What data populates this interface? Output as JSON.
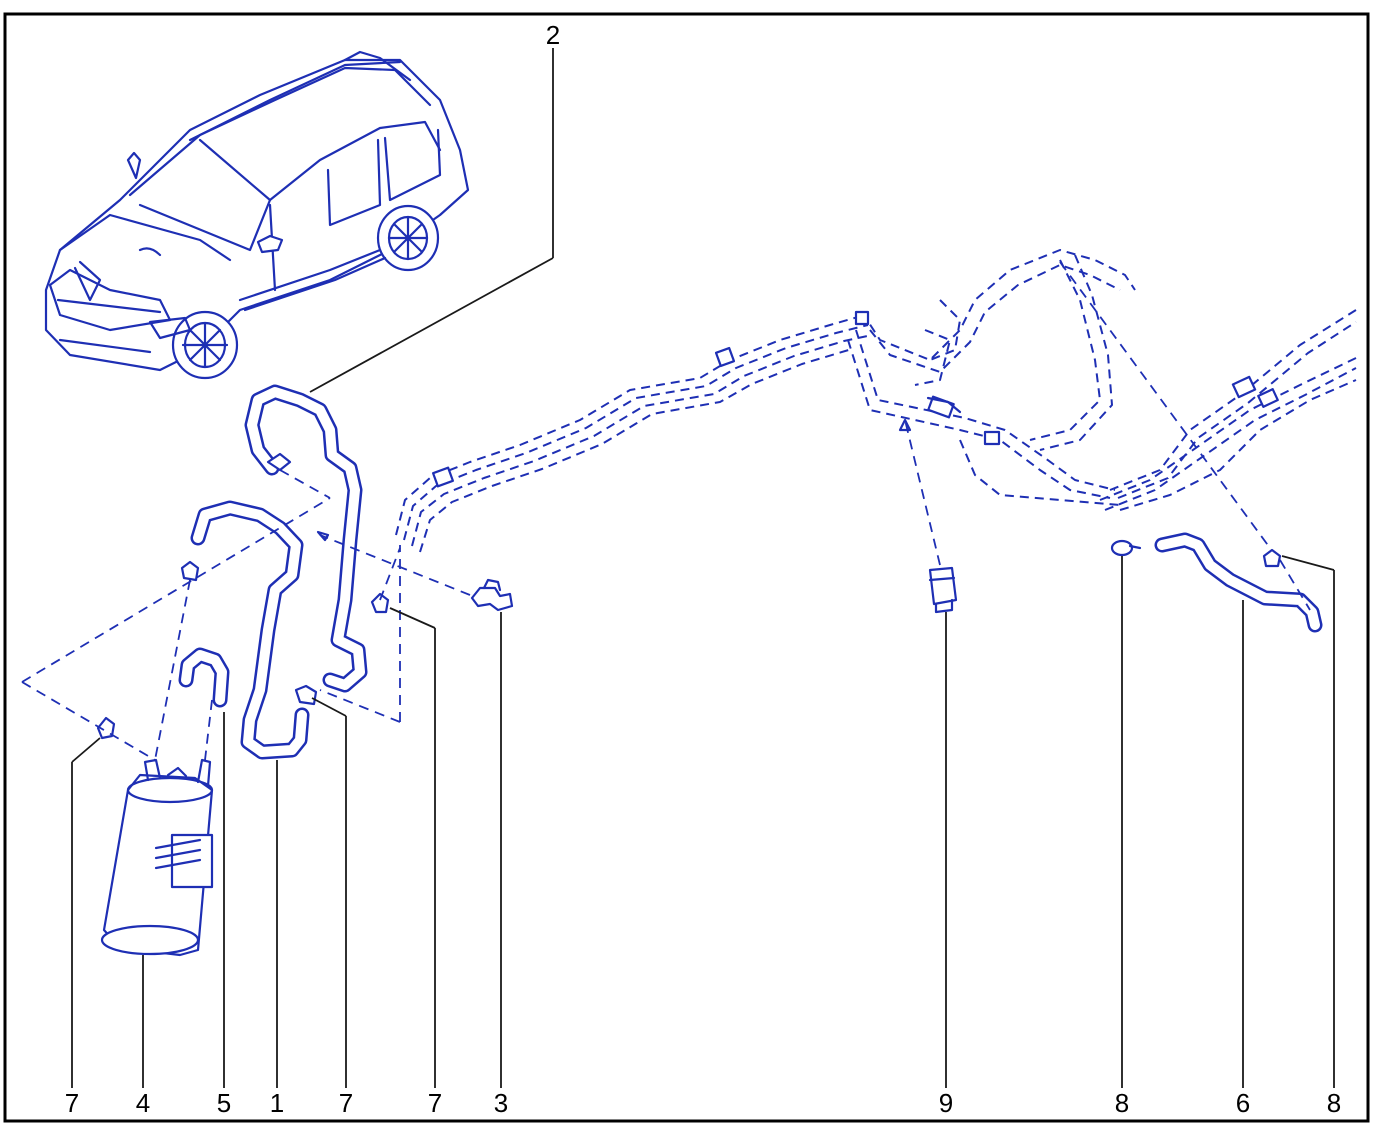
{
  "colors": {
    "part_line": "#1e2fb4",
    "label_text": "#000000",
    "leader_line": "#1a1a1a",
    "background": "#ffffff"
  },
  "callouts": {
    "top": [
      "2"
    ],
    "bottom": [
      "7",
      "4",
      "5",
      "1",
      "7",
      "7",
      "3",
      "9",
      "8",
      "6",
      "8"
    ]
  }
}
